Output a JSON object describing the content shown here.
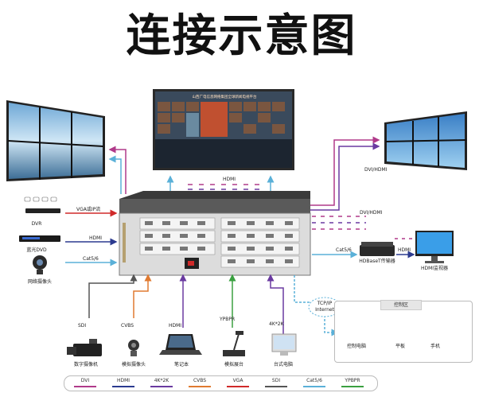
{
  "title": "连接示意图",
  "labels": {
    "vga_ip_stream": "VGA或IP流",
    "dvr": "DVR",
    "hdmi_dvd": "HDMI",
    "bluray_dvd": "蓝光DVD",
    "cat56_left": "Cat5/6",
    "network_camera": "网络摄像头",
    "hdmi_top": "HDMI",
    "dvi_hdmi_right_top": "DVI/HDMI",
    "dvi_hdmi_right_mid": "DVI/HDMI",
    "cat56_right": "Cat5/6",
    "hdmi_monitor_link": "HDMI",
    "hdbaset_receiver": "HDBaseT传输器",
    "hdmi_monitor": "HDMI监视器",
    "tcpip_internet_1": "TCP/IP",
    "tcpip_internet_2": "Internet",
    "control_area": "控制区",
    "control_pc": "控制电脑",
    "tablet": "平板",
    "phone": "手机",
    "sdi": "SDI",
    "cvbs": "CVBS",
    "hdmi_laptop": "HDMI",
    "ypbpr": "YPBPR",
    "4k2k": "4K*2K",
    "digital_camera": "数字摄像机",
    "analog_camera": "模拟摄像头",
    "laptop": "笔记本",
    "analog_booth": "模拟展台",
    "desktop_pc": "台式电脑",
    "center_screen_caption": "山西广电信息网络集团全球新闻电视平台"
  },
  "legend": [
    {
      "label": "DVI",
      "color": "#b03a8a"
    },
    {
      "label": "HDMI",
      "color": "#2b3a8f"
    },
    {
      "label": "4K*2K",
      "color": "#6a3aa0"
    },
    {
      "label": "CVBS",
      "color": "#e07a30"
    },
    {
      "label": "VGA",
      "color": "#d02a2a"
    },
    {
      "label": "SDI",
      "color": "#555555"
    },
    {
      "label": "Cat5/6",
      "color": "#5ab0d8"
    },
    {
      "label": "YPBPR",
      "color": "#3aa040"
    }
  ]
}
